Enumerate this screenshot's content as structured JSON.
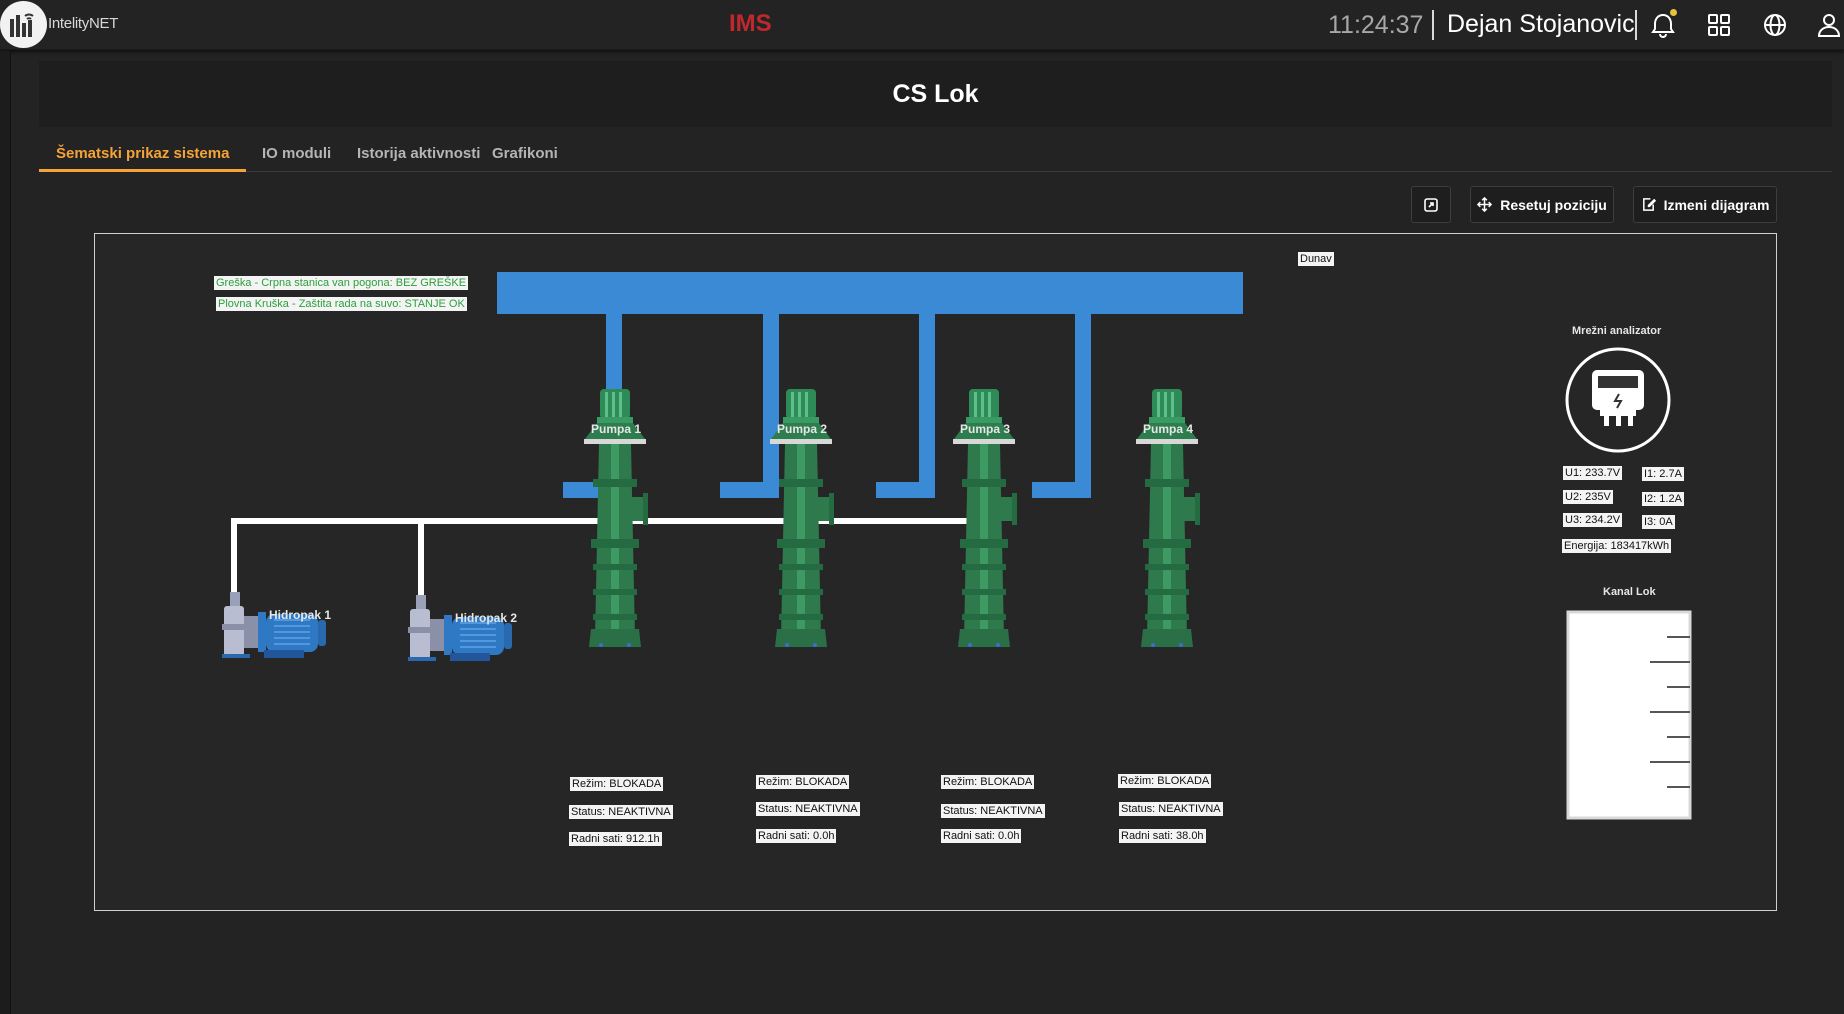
{
  "app": {
    "logo_text": "IntelityNET",
    "title": "IMS",
    "time": "11:24:37",
    "user": "Dejan Stojanovic"
  },
  "icons": {
    "logo": "bars-chart-icon",
    "notifications": "bell-icon",
    "apps": "apps-grid-icon",
    "language": "globe-icon",
    "profile": "user-icon",
    "fullscreen": "expand-icon",
    "move": "move-icon",
    "edit": "edit-icon",
    "bell_badge_color": "#e9c43a"
  },
  "page": {
    "title": "CS Lok"
  },
  "tabs": [
    {
      "label": "Šematski prikaz sistema",
      "active": true
    },
    {
      "label": "IO moduli",
      "active": false
    },
    {
      "label": "Istorija aktivnosti",
      "active": false
    },
    {
      "label": "Grafikoni",
      "active": false
    }
  ],
  "toolbar": {
    "reset_label": "Resetuj poziciju",
    "edit_label": "Izmeni dijagram"
  },
  "diagram": {
    "river_label": "Dunav",
    "alarms": [
      "Greška - Crpna stanica van pogona: BEZ GREŠKE",
      "Plovna Kruška - Zaštita rada na suvo: STANJE OK"
    ],
    "hydropacks": [
      {
        "name": "Hidropak 1"
      },
      {
        "name": "Hidropak 2"
      }
    ],
    "pumps": [
      {
        "name": "Pumpa 1",
        "mode": "Režim: BLOKADA",
        "status": "Status: NEAKTIVNA",
        "hours": "Radni sati: 912.1h"
      },
      {
        "name": "Pumpa 2",
        "mode": "Režim: BLOKADA",
        "status": "Status: NEAKTIVNA",
        "hours": "Radni sati: 0.0h"
      },
      {
        "name": "Pumpa 3",
        "mode": "Režim: BLOKADA",
        "status": "Status: NEAKTIVNA",
        "hours": "Radni sati: 0.0h"
      },
      {
        "name": "Pumpa 4",
        "mode": "Režim: BLOKADA",
        "status": "Status: NEAKTIVNA",
        "hours": "Radni sati: 38.0h"
      }
    ],
    "analyzer": {
      "title": "Mrežni analizator",
      "u1": "U1: 233.7V",
      "u2": "U2: 235V",
      "u3": "U3: 234.2V",
      "i1": "I1: 2.7A",
      "i2": "I2: 1.2A",
      "i3": "I3: 0A",
      "energy": "Energija: 183417kWh"
    },
    "channel": {
      "title": "Kanal Lok"
    },
    "colors": {
      "water": "#3a8ad6",
      "pump": "#2e7d4f",
      "motor": "#2f78c4",
      "pipe": "#ffffff",
      "alarm_ok": "#2aa13a",
      "title": "#c0282d",
      "tab_active": "#f5a336"
    }
  }
}
